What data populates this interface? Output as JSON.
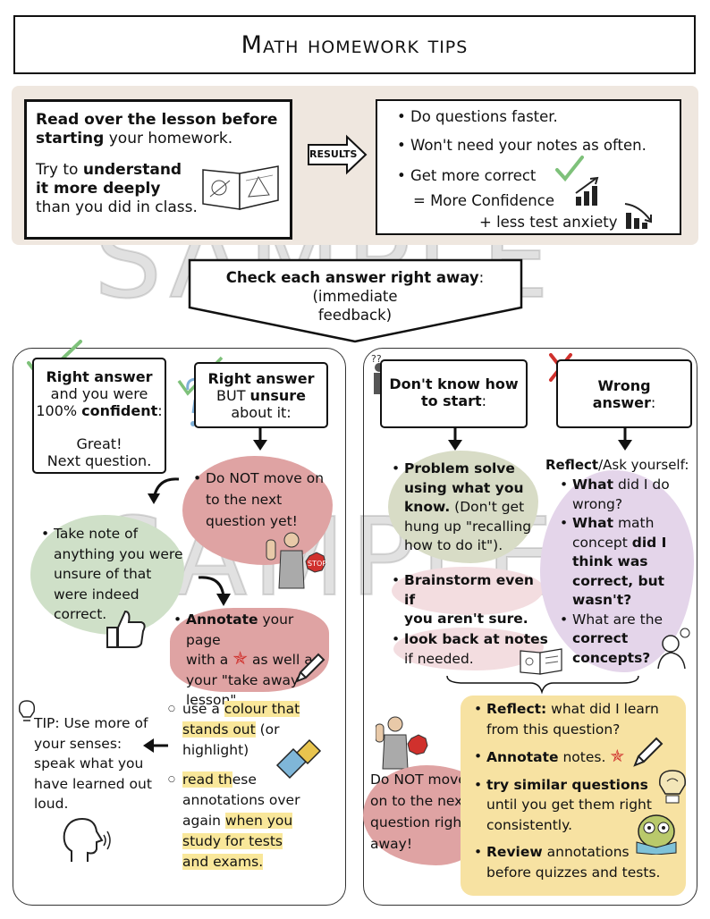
{
  "title": "Math homework tips",
  "watermark": "SAMPLE",
  "lesson": {
    "line1_bold": "Read over the lesson before",
    "line2_bold": "starting",
    "line2_rest": " your homework.",
    "line3_pre": "Try to ",
    "line3_bold": "understand",
    "line4_bold": "it more deeply",
    "line5": "than you did in class."
  },
  "results_label": "RESULTS",
  "results": {
    "item1": "Do questions faster.",
    "item2": "Won't need your notes as often.",
    "item3": "Get more correct",
    "item4": "= More Confidence",
    "item5": "+ less test anxiety"
  },
  "check": {
    "bold": "Check each answer right away",
    "colon": ":",
    "sub1": "(immediate",
    "sub2": "feedback)"
  },
  "left": {
    "card_confident": {
      "l1_bold": "Right answer",
      "l2": "and you were",
      "l3_pre": "100% ",
      "l3_bold": "confident",
      "l3_post": ":",
      "l4": "Great!",
      "l5": "Next question."
    },
    "card_unsure": {
      "l1_bold": "Right answer",
      "l2_pre": "BUT ",
      "l2_bold": "unsure",
      "l3": "about it:"
    },
    "donot_move": [
      "Do NOT move on",
      "to the next",
      "question yet!"
    ],
    "take_note": [
      "Take note of",
      "anything you were",
      "unsure of that",
      "were indeed",
      "correct."
    ],
    "annotate": {
      "bold": "Annotate",
      "l1_rest": " your page",
      "l2_pre": "with a ",
      "l2_post": " as well as",
      "l3": "your \"take away",
      "l4": "lesson\"."
    },
    "tip": [
      "TIP: Use more of",
      "your senses:",
      "speak what you",
      "have learned out",
      "loud."
    ],
    "colour": {
      "l1_pre": "use a ",
      "l1_hl": "colour that",
      "l2_hl": "stands out",
      "l2_post": " (or",
      "l3": "highlight)"
    },
    "read": {
      "l1_hl": "read th",
      "l1_post": "ese",
      "l2": "annotations over",
      "l3_pre": "again ",
      "l3_hl": "when you",
      "l4_hl": "study for tests",
      "l5_hl": "and exams."
    }
  },
  "right": {
    "card_dontknow": {
      "l1": "Don't know how",
      "l2": "to start",
      "l2_post": ":"
    },
    "card_wrong": {
      "l1": "Wrong",
      "l2": "answer",
      "l2_post": ":"
    },
    "problem_solve": {
      "l1_bold": "Problem solve",
      "l2_bold": "using what you",
      "l3_bold": "know.",
      "l3_post": " (Don't get",
      "l4": "hung up \"recalling",
      "l5": "how to do it\")."
    },
    "brainstorm": {
      "l1_bold": "Brainstorm even if",
      "l2_bold": "you aren't sure."
    },
    "lookback": {
      "l1_bold": "look back at notes",
      "l2": "if needed."
    },
    "reflect_head": {
      "bold": "Reflect",
      "rest": "/Ask yourself:"
    },
    "reflect_q1": {
      "bold": "What",
      "l1_rest": " did I do",
      "l2": "wrong?"
    },
    "reflect_q2": {
      "l1_bold": "What",
      "l1_rest": " math",
      "l2_pre": "concept ",
      "l2_bold": "did I",
      "l3_bold": "think was",
      "l4_bold": "correct, but",
      "l5_bold": "wasn't?"
    },
    "reflect_q3": {
      "l1": "What are the",
      "l2_bold": "correct",
      "l3_bold": "concepts?"
    },
    "donot_move2": [
      "Do NOT move",
      "on to the next",
      "question right",
      "away!"
    ],
    "stop_label": "STOP",
    "bottom": {
      "b1_bold": "Reflect:",
      "b1_rest": " what did I learn",
      "b1_l2": "from this question?",
      "b2_bold": "Annotate",
      "b2_rest": " notes.",
      "b3_bold": "try similar questions",
      "b3_l2": "until you get them right",
      "b3_l3": "consistently.",
      "b4_bold": "Review",
      "b4_rest": " annotations",
      "b4_l2": "before quizzes and tests."
    }
  },
  "colors": {
    "band": "#efe7df",
    "check_green": "#7ec17a",
    "red_x": "#d0312d",
    "blob_red": "#dfa3a3",
    "blob_green": "#cfe0c8",
    "blob_purple": "#e4d5ea",
    "blob_olive": "#d8dcc6",
    "blob_pink": "#f3dde0",
    "blob_yellow": "#f7e2a2",
    "highlight": "#f9e79a"
  }
}
